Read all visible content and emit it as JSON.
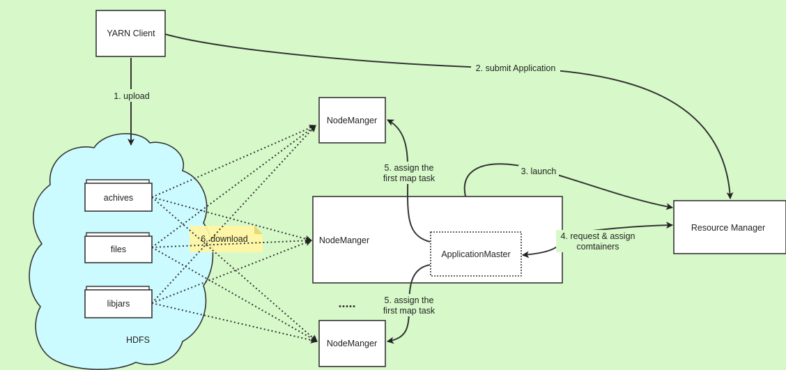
{
  "nodes": {
    "yarn_client": "YARN Client",
    "hdfs": "HDFS",
    "achives": "achives",
    "files": "files",
    "libjars": "libjars",
    "nm_top": "NodeManger",
    "nm_mid": "NodeManger",
    "nm_bottom": "NodeManger",
    "app_master": "ApplicationMaster",
    "resource_manager": "Resource Manager",
    "ellipsis": "....."
  },
  "edges": {
    "upload": "1. upload",
    "submit": "2. submit Application",
    "launch": "3. launch",
    "request_line1": "4. request & assign",
    "request_line2": "comtainers",
    "assign_top_line1": "5. assign the",
    "assign_top_line2": "first map task",
    "assign_bottom_line1": "5. assign the",
    "assign_bottom_line2": "first map task",
    "download": "6. download"
  },
  "colors": {
    "background": "#d7f9c9",
    "hdfs_cloud": "#ccfbff",
    "sticky_note": "#fff5a3"
  }
}
